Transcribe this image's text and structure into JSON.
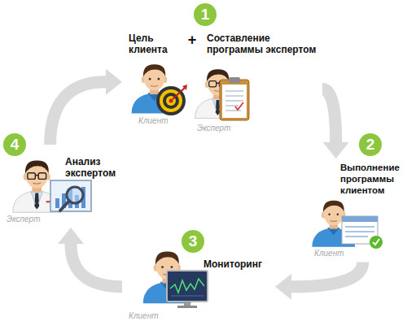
{
  "diagram": {
    "nodes": [
      {
        "text": [
          "Цель клиента",
          "Клиент"
        ]
      },
      {
        "text": [
          "Составление программы экспертом",
          "Эксперт"
        ]
      },
      {
        "text": [
          "Выполнение программы клиентом",
          "Клиент"
        ]
      },
      {
        "text": [
          "Мониторинг",
          "Клиент"
        ]
      },
      {
        "text": [
          "Анализ экспертом",
          "Эксперт"
        ]
      }
    ],
    "edges": [
      {
        "from": 1,
        "to": 2,
        "arrow": "to"
      },
      {
        "from": 2,
        "to": 3,
        "arrow": "to"
      },
      {
        "from": 3,
        "to": 4,
        "arrow": "to"
      },
      {
        "from": 4,
        "to": 0,
        "arrow": "to"
      }
    ],
    "labels": [
      "1",
      "+",
      "2",
      "3",
      "4"
    ]
  }
}
